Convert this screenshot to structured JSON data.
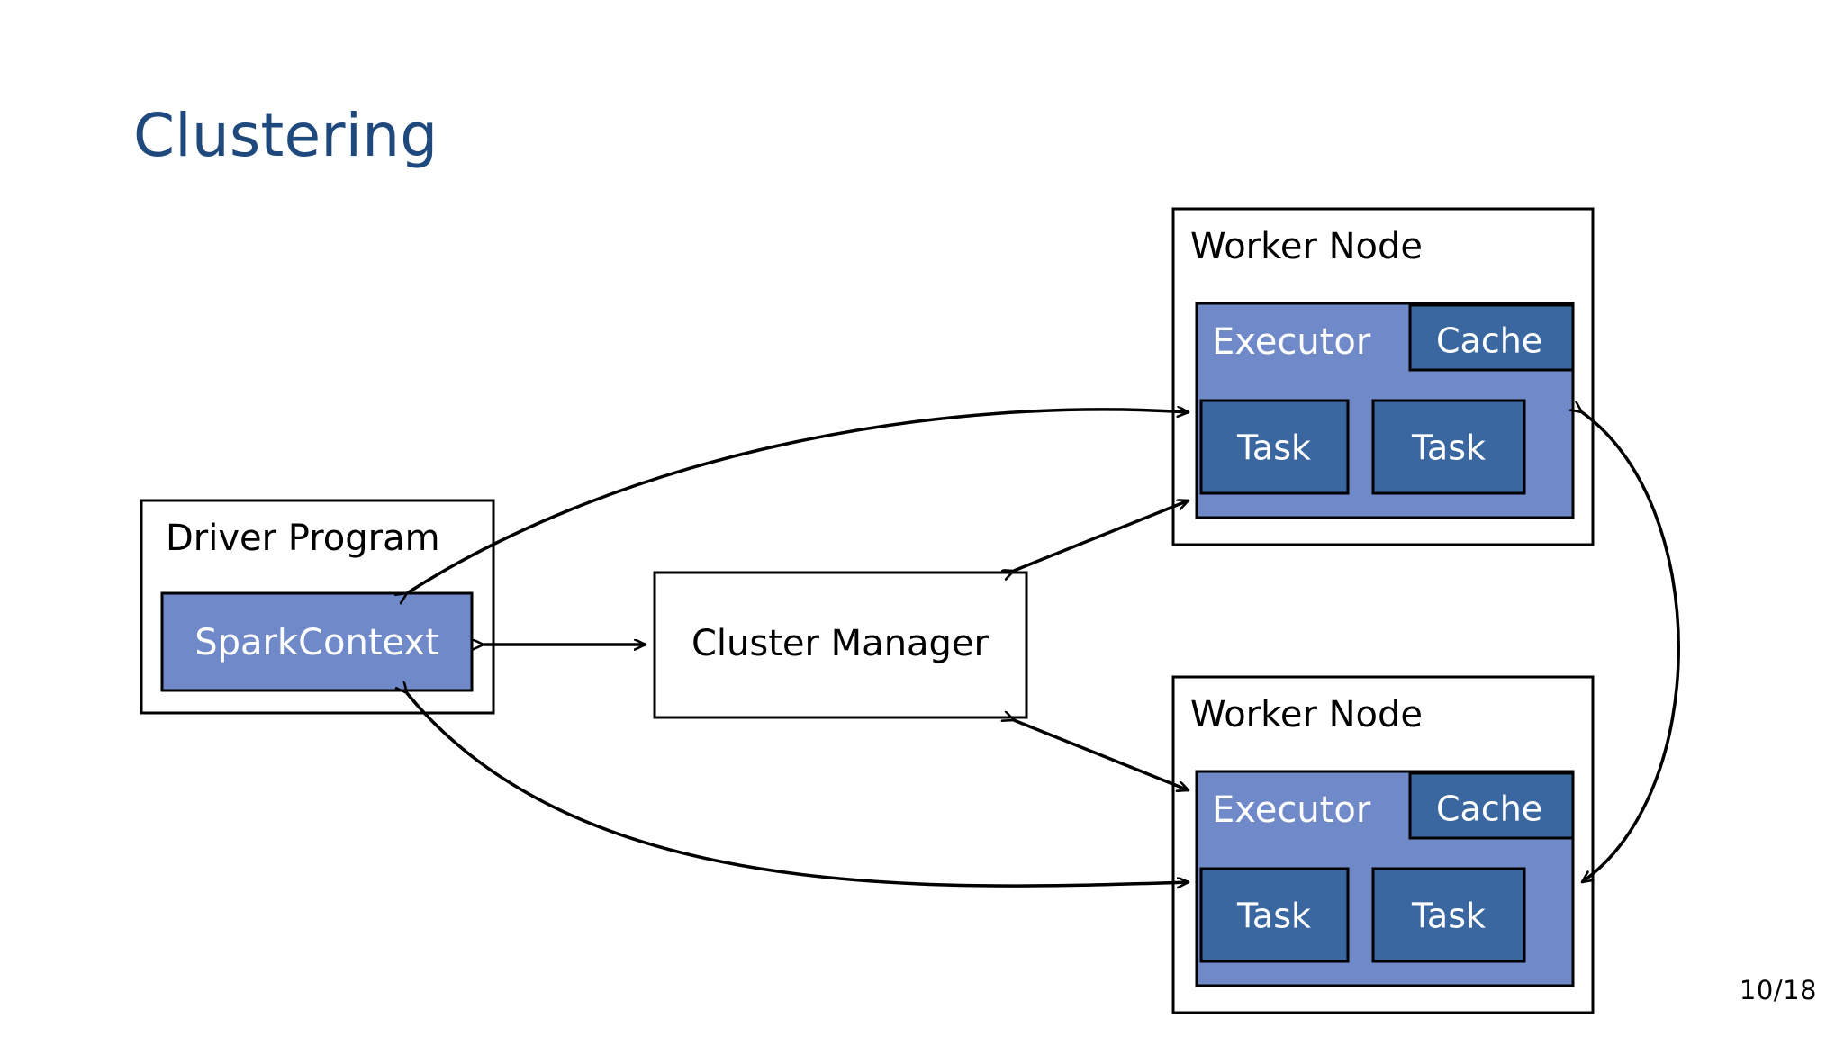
{
  "slide": {
    "title": "Clustering",
    "page_number": "10/18",
    "title_color": "#1F497D",
    "background_color": "#FFFFFF"
  },
  "colors": {
    "executor_fill": "#7089C8",
    "spark_context_fill": "#7089C8",
    "task_fill": "#3A67A0",
    "cache_fill": "#3A67A0",
    "outline": "#000000",
    "arrow": "#000000",
    "white_box_fill": "#FFFFFF"
  },
  "diagram": {
    "type": "spark-cluster-architecture",
    "nodes": {
      "driver_program": {
        "label": "Driver Program",
        "spark_context": {
          "label": "SparkContext"
        }
      },
      "cluster_manager": {
        "label": "Cluster Manager"
      },
      "worker_node_top": {
        "label": "Worker Node",
        "executor": {
          "label": "Executor"
        },
        "cache": {
          "label": "Cache"
        },
        "tasks": [
          {
            "label": "Task"
          },
          {
            "label": "Task"
          }
        ]
      },
      "worker_node_bottom": {
        "label": "Worker Node",
        "executor": {
          "label": "Executor"
        },
        "cache": {
          "label": "Cache"
        },
        "tasks": [
          {
            "label": "Task"
          },
          {
            "label": "Task"
          }
        ]
      }
    },
    "connections": [
      {
        "name": "sparkcontext-cluster-manager",
        "from": "SparkContext",
        "to": "Cluster Manager",
        "style": "straight",
        "arrowheads": "both"
      },
      {
        "name": "cluster-manager-worker-top",
        "from": "Cluster Manager",
        "to": "Worker Node (top) Executor",
        "style": "straight",
        "arrowheads": "both"
      },
      {
        "name": "cluster-manager-worker-bottom",
        "from": "Cluster Manager",
        "to": "Worker Node (bottom) Executor",
        "style": "straight",
        "arrowheads": "both"
      },
      {
        "name": "sparkcontext-worker-top",
        "from": "SparkContext",
        "to": "Worker Node (top) Executor",
        "style": "curved",
        "arrowheads": "both"
      },
      {
        "name": "sparkcontext-worker-bottom",
        "from": "SparkContext",
        "to": "Worker Node (bottom) Executor",
        "style": "curved",
        "arrowheads": "both"
      },
      {
        "name": "worker-top-worker-bottom",
        "from": "Worker Node (top) Executor",
        "to": "Worker Node (bottom) Executor",
        "style": "curved",
        "arrowheads": "both"
      }
    ]
  }
}
